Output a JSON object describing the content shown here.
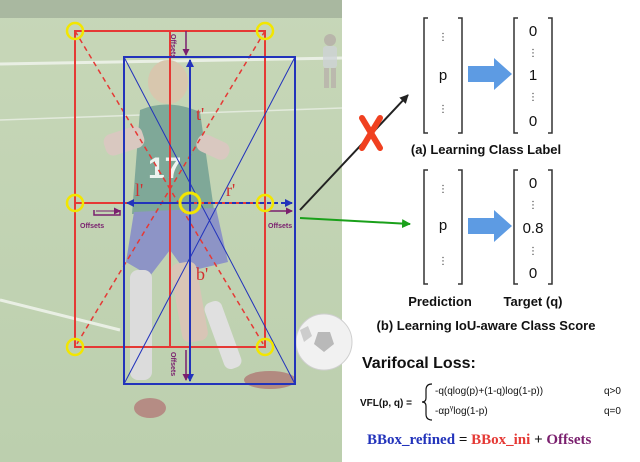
{
  "photo": {
    "labels": {
      "t": "t'",
      "b": "b'",
      "l": "l'",
      "r": "r'",
      "offsets_top": "Offsets",
      "offsets_left": "Offsets",
      "offsets_right": "Offsets",
      "offsets_bottom": "Offsets"
    },
    "jersey_number": "17"
  },
  "vectors": {
    "top": {
      "p": "p",
      "target": [
        "0",
        "1",
        "0"
      ],
      "caption": "(a) Learning Class Label"
    },
    "bottom": {
      "p": "p",
      "target": [
        "0",
        "0.8",
        "0"
      ],
      "caption": "(b) Learning IoU-aware Class Score"
    },
    "prediction_label": "Prediction",
    "target_label": "Target (q)"
  },
  "loss": {
    "title": "Varifocal Loss:",
    "lhs": "VFL(p, q) =",
    "case1_expr": "-q(qlog(p)+(1-q)log(1-p))",
    "case1_cond": "q>0",
    "case2_expr": "-αp",
    "case2_sup": "γ",
    "case2_rest": "log(1-p)",
    "case2_cond": "q=0"
  },
  "formula": {
    "refined": "BBox_refined",
    "eq": " = ",
    "ini": "BBox_ini",
    "plus": " + ",
    "offsets": "Offsets"
  },
  "colors": {
    "red_box": "#e53935",
    "blue_box": "#2233bb",
    "yellow": "#f2e600",
    "purple": "#7a1f6e",
    "arrow_fill": "#5d9be3",
    "green_arrow": "#1aa01a",
    "cross": "#f04020"
  }
}
